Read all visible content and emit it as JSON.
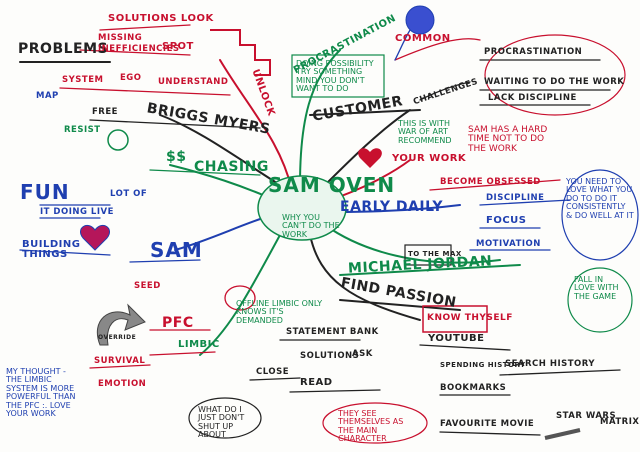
{
  "colors": {
    "black": "#222222",
    "red": "#c8102e",
    "green": "#0f8a4a",
    "blue": "#1f3fb0"
  },
  "center": {
    "title": "SAM OVEN",
    "subtitle": "WHY YOU CAN'T DO THE WORK"
  },
  "top_left": {
    "problems": "PROBLEMS",
    "solutions": "SOLUTIONS LOOK",
    "missing": "MISSING",
    "ineff": "INEFFICIENCIES",
    "spot": "SPOT",
    "system": "SYSTEM",
    "ego": "EGO",
    "understand": "UNDERSTAND",
    "map": "MAP",
    "unlock": "UNLOCK"
  },
  "top_center": {
    "procrastination": "PROCRASTINATION",
    "note": "DOING POSSIBILITY TRY SOMETHING MIND YOU DON'T WANT TO DO"
  },
  "top_right": {
    "common": "COMMON",
    "procrastination": "PROCRASTINATION",
    "waiting": "WAITING TO DO THE WORK",
    "lack": "LACK DISCIPLINE",
    "challenges": "CHALLENGES"
  },
  "right": {
    "customer": "CUSTOMER",
    "note": "THIS IS WITH WAR OF ART RECOMMEND",
    "sam_note": "SAM HAS A HARD TIME NOT TO DO THE WORK",
    "your_work": "YOUR WORK",
    "obsessed": "BECOME OBSESSED",
    "daily": "EARLY DAILY",
    "discipline": "DISCIPLINE",
    "focus": "FOCUS",
    "motivation": "MOTIVATION",
    "to_the_max": "TO THE MAX",
    "love_note": "YOU NEED TO LOVE WHAT YOU DO TO DO IT CONSISTENTLY & DO WELL AT IT",
    "jordan": "MICHAEL JORDAN",
    "fall": "FALL IN LOVE WITH THE GAME"
  },
  "left": {
    "free": "FREE",
    "briggs": "BRIGGS MYERS",
    "resist": "RESIST",
    "dollars": "$$",
    "chasing": "CHASING",
    "fun": "FUN",
    "lot": "LOT OF",
    "doing": "IT DOING LIVE",
    "building": "BUILDING THINGS",
    "seed": "SEED",
    "sam": "SAM"
  },
  "bottom": {
    "pfc": "PFC",
    "limbic": "LIMBIC",
    "survival": "SURVIVAL",
    "emotion": "EMOTION",
    "override": "OVERRIDE",
    "thought": "MY THOUGHT - THE LIMBIC SYSTEM IS MORE POWERFUL THAN THE PFC :. LOVE YOUR WORK",
    "offline": "OFFLINE LIMBIC ONLY KNOWS IT'S DEMANDED",
    "find": "FIND PASSION",
    "know": "KNOW THYSELF",
    "youtube": "YOUTUBE",
    "search_history": "SEARCH HISTORY",
    "statement": "STATEMENT BANK",
    "solutions": "SOLUTIONS",
    "ask": "ASK",
    "read": "READ",
    "close": "CLOSE",
    "bookmarks": "BOOKMARKS",
    "spending": "SPENDING HISTORY",
    "favourite": "FAVOURITE MOVIE",
    "star_wars": "STAR WARS",
    "matrix": "MATRIX",
    "what": "WHAT DO I JUST DON'T SHUT UP ABOUT",
    "they": "THEY SEE THEMSELVES AS THE MAIN CHARACTER"
  }
}
